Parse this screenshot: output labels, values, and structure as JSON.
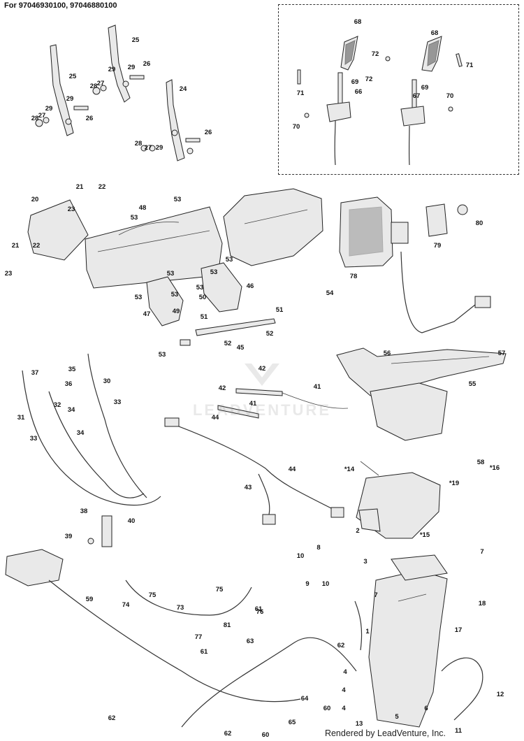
{
  "header": {
    "title": "For 97046930100, 97046880100"
  },
  "footer": {
    "credit": "Rendered by LeadVenture, Inc."
  },
  "watermark": {
    "text": "LEADVENTURE"
  },
  "callouts": [
    "68",
    "68",
    "72",
    "72",
    "71",
    "71",
    "69",
    "69",
    "66",
    "67",
    "70",
    "70",
    "25",
    "25",
    "24",
    "26",
    "26",
    "26",
    "29",
    "29",
    "29",
    "29",
    "29",
    "28",
    "28",
    "28",
    "27",
    "27",
    "27",
    "20",
    "21",
    "21",
    "22",
    "22",
    "23",
    "23",
    "48",
    "53",
    "53",
    "53",
    "53",
    "53",
    "53",
    "53",
    "53",
    "53",
    "47",
    "49",
    "50",
    "51",
    "51",
    "52",
    "52",
    "45",
    "54",
    "46",
    "78",
    "79",
    "80",
    "37",
    "35",
    "36",
    "32",
    "30",
    "33",
    "33",
    "31",
    "34",
    "34",
    "38",
    "40",
    "39",
    "42",
    "42",
    "41",
    "41",
    "44",
    "44",
    "43",
    "56",
    "57",
    "55",
    "58",
    "*16",
    "*19",
    "7",
    "*14",
    "2",
    "*15",
    "59",
    "74",
    "75",
    "75",
    "73",
    "76",
    "77",
    "81",
    "61",
    "61",
    "63",
    "62",
    "62",
    "62",
    "60",
    "60",
    "64",
    "65",
    "8",
    "10",
    "10",
    "9",
    "7",
    "3",
    "18",
    "17",
    "1",
    "4",
    "4",
    "4",
    "13",
    "5",
    "6",
    "11",
    "12"
  ]
}
